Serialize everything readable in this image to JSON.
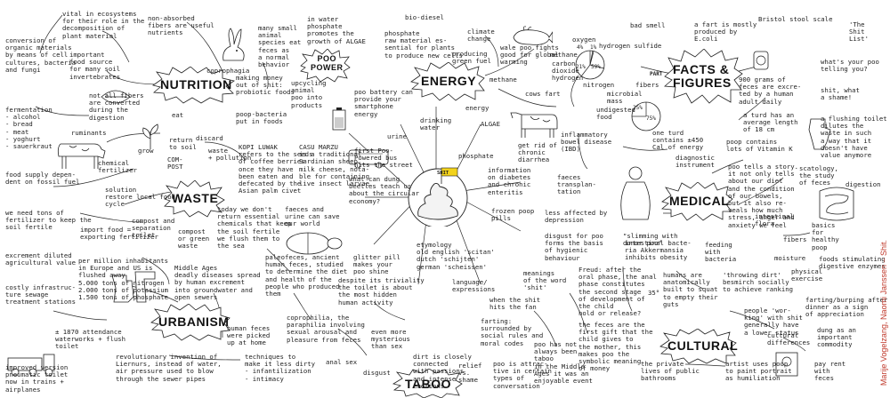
{
  "center": {
    "label": "SHIT"
  },
  "signature": "Marije Vogelzang, Naomi Janssen – Shit.",
  "headings": {
    "nutrition": "NUTRITION",
    "waste": "WASTE",
    "urbanism": "URBANISM",
    "energy": "ENERGY",
    "poo_power": "POO\nPOWER",
    "taboo": "TABOO",
    "facts": "FACTS &\nFIGURES",
    "medical": "MEDICAL",
    "cultural": "CULTURAL"
  },
  "colors": {
    "ink": "#1e1e1e",
    "signature": "#c0392b",
    "accent": "#f2d21b"
  },
  "pie_labels": {
    "pct4": "4%",
    "pct1": "1%",
    "pct21": "21%",
    "pct59": "59%",
    "pct25": "25%",
    "pct75": "75%"
  },
  "nutrition": {
    "vital": "vital in ecosystems\nfor their role in the\ndecomposition of\nplant material",
    "nonabsorbed": "non-absorbed\nfibers are useful\nnutrients",
    "conversion": "conversion of\norganic materials\nby means of cell\ncultures, bacteria\nand fungi",
    "important_food": "important\nfood source\nfor many soil\ninvertebrates",
    "coprophagia": "coprophagia",
    "many_small": "many small\nanimal\nspecies eat\nfeces as\na normal\nbehavior",
    "not_all_fibers": "not all fibers\nare converted\nduring the\ndigestion",
    "making_money": "making money\nout of shit:\nprobiotic foods",
    "poop_bacteria": "poop-bacteria\nput in foods",
    "eat": "eat",
    "fermentation": "fermentation\n- alcohol\n- bread\n- meat\n- yoghurt\n- sauerkraut",
    "ruminants": "ruminants",
    "grow": "grow",
    "return_soil": "return\nto soil",
    "compost": "COM-\nPOST",
    "discard": "discard",
    "waste_pollution": "waste\n+ pollution"
  },
  "waste": {
    "food_supply": "food supply depen-\ndent on fossil fuel",
    "chemical": "chemical\nfertilizer",
    "solution": "solution\nrestore local food\ncycle",
    "tons_fertilizer": "we need tons of\nfertilizer to keep the\nsoil fertile",
    "import_food": "import food =\nexporting fertilizer",
    "compost_sep": "compost and\nseparation\ntoilet",
    "compost_green": "compost\nor green\nwaste",
    "today": "today we don't\nreturn essential\nchemicals that keep\nthe soil fertile\nwe flush them to\nthe sea"
  },
  "urbanism": {
    "excrement": "excrement diluted\nagricultural value",
    "costly": "costly infrastruc-\nture sewage\ntreatment stations",
    "per_million": "per million inhabitants\nin Europe and US is\nflushed away\n5.000 tons of nitrogen\n2.000 tons of potassium\n1.500 tons of phosphate",
    "middle_ages": "Middle Ages\ndeadly diseases spread\nby human excrement\ninto groundwater and\nopen sewers",
    "waterworks": "± 1870 attendance\nwaterworks + flush\ntoilet",
    "improved": "improved version\npneumatic toilet\nnow in trains +\nairplanes",
    "liernur": "revolutionary invention of\nLiernurs, instead of water,\nair pressure used to blow\nthrough the sewer pipes",
    "picked_up": "human feces\nwere picked\nup at home"
  },
  "energy": {
    "in_water": "in water\nphosphate\npromotes the\ngrowth of ALGAE",
    "bio_diesel": "bio-diesel",
    "phosphate_raw": "phosphate\nraw material es-\nsential for plants\nto produce new cells",
    "climate_change": "climate\nchange",
    "wale": "wale poo fights\ngood for global\nwarming",
    "upcycling": "upcycling\nanimal\npoo into\nproducts",
    "poo_battery": "poo battery can\nprovide your\nsmartphone\nenergy",
    "producing": "producing\ngreen fuel",
    "methane_big": "methane",
    "cows_fart": "cows fart",
    "energy_small": "energy",
    "algae_small": "ALGAE",
    "drinking_water": "drinking\nwater",
    "urine": "urine",
    "phosphate_small": "phosphate",
    "first_poo": "first Poo-\nPowered bus\nhits the street"
  },
  "central": {
    "kopi": "KOPI LUWAK\nrefers to the seeds\nof coffee berries\nonce they have\nbeen eaten and\ndefecated by the\nAsian palm civet",
    "casu": "CASU MARZU\nis a traditional\nSardinian sheep\nmilk cheese, nota-\nble for containing\nlive insect larvae",
    "dung_beetles": "what can dung\nbeetles teach us\nabout the circular\neconomy?",
    "faeces_urine": "faeces and\nurine can save\nour world",
    "paleofeces": "paleofeces, ancient\nhuman feces, studied\nto determine the diet\nand health of the\npeople who produced\nthem",
    "glitter": "glitter pill\nmakes your\npoo shine",
    "etymology": "etymology\nold english 'scitan'\ndutch 'schijten'\ngerman 'scheissen'",
    "language": "language/\nexpressions",
    "when_shit": "when the shit\nhits the fan",
    "meanings": "meanings\nof the word\n'shit'",
    "despite": "despite its triviality\nthe toilet is about\nthe most hidden\nhuman activity",
    "coprophilia": "coprophilia, the\nparaphilia involving\nsexual arousal and\npleasure from feces",
    "even_more": "even more\nmysterious\nthan sex",
    "techniques": "techniques to\nmake it less dirty\n- infantilization\n- intimacy",
    "anal_sex": "anal sex",
    "disgust_small": "disgust",
    "relief": "relief\nvs.\nshame",
    "dirt": "dirt is closely\nconnected\nwith passions\nand intense\nemotions",
    "farting": "farting:\nsurrounded by\nsocial rules and\nmoral codes",
    "poo_attractive": "poo is attrac-\ntive in certain\ntypes of\nconversation"
  },
  "facts": {
    "bad_smell": "bad smell",
    "fart_mostly": "a fart is mostly\nproduced by\nE.coli",
    "bristol": "Bristol stool scale",
    "shit_list": "'The\nShit\nList'",
    "what_poo": "what's your poo\ntelling you?",
    "oxygen": "oxygen",
    "methane": "methane",
    "carbon": "carbon\ndioxide",
    "hydrogen_sulfide": "hydrogen sulfide",
    "hydrogen": "hydrogen",
    "nitrogen": "nitrogen",
    "part": "PART",
    "grams": "900 grams of\nfeces are excre-\nted by a human\nadult daily",
    "shit_shame": "shit, what\na shame!",
    "fibers": "fibers",
    "microbial": "microbial\nmass",
    "undigested": "undigested\nfood",
    "turd_length": "a turd has an\naverage length\nof 18 cm",
    "flushing": "a flushing toilet\ndilutes the\nwaste in such\na way that it\ndoesn't have\nvalue anymore",
    "one_turd": "one turd\ncontains ±450\nCal of energy",
    "vitamin_k": "poop contains\nlots of Vitamin K",
    "diagnostic": "diagnostic\ninstrument"
  },
  "medical": {
    "inflammatory": "inflammatory\nbowel disease\n(IBD)",
    "get_rid": "get rid of\nchronic\ndiarrhea",
    "info_diabetes": "information\non diabetes\nand chronic\nenteritis",
    "faeces_transplant": "faeces\ntransplan-\ntation",
    "frozen": "frozen poop\npills",
    "less_affected": "less affected by\ndepression",
    "poo_tells": "poo tells a story.\nit not only tells\nabout our diet\nand the condition\nof our bowels,\nbut it also re-\nveals how much\nstress, anger and\nanxiety we feel",
    "scatology": "scatology,\nthe study\nof feces",
    "digestion": "digestion",
    "slimming": "\"slimming with\ndonor poo\"",
    "intestinal_flora": "intestinal\nflora",
    "basics": "basics\nfor\nhealthy\npoop",
    "fibers_med": "fibers",
    "moisture": "moisture",
    "physical": "physical\nexercise",
    "foods_stim": "foods stimulating\ndigestive enzymes",
    "akkermansia": "intestinal bacte-\nria Akkermansia\ninhibits obesity",
    "feeding": "feeding\nwith\nbacteria"
  },
  "cultural": {
    "disgust_basis": "disgust for poo\nforms the basis\nof hygienic\nbehaviour",
    "freud": "Freud: after the\noral phase, the anal\nphase constitutes\nthe second stage\nof development of\nthe child\nhold or release?",
    "feces_gift": "the feces are the\nfirst gift that the\nchild gives to\nthe mother, this\nmakes poo the\nsymbolic meaning\nof money",
    "humans_ranking": "humans are\nanatomically\nbuilt to squat\nto empty their\nguts",
    "angle": "35°",
    "throwing_dirt": "'throwing dirt'\nbesmirch socially\nto achieve ranking",
    "people_working": "people 'wor-\nking' with shit\ngenerally have\na lower status",
    "farting_burping": "farting/burping after\ndinner as a sign\nof appreciation",
    "cultural_diff": "cultural\ndifferences",
    "dung_commodity": "dung as an\nimportant\ncommodity",
    "poo_not_taboo": "poo has not\nalways been\ntaboo\nin the Middle\nAges it was an\nenjoyable event",
    "private_lives": "the private\nlives of public\nbathrooms",
    "artist_uses": "artist uses poop\nto paint portrait\nas humiliation",
    "pay_rent": "pay rent\nwith\nfeces"
  }
}
